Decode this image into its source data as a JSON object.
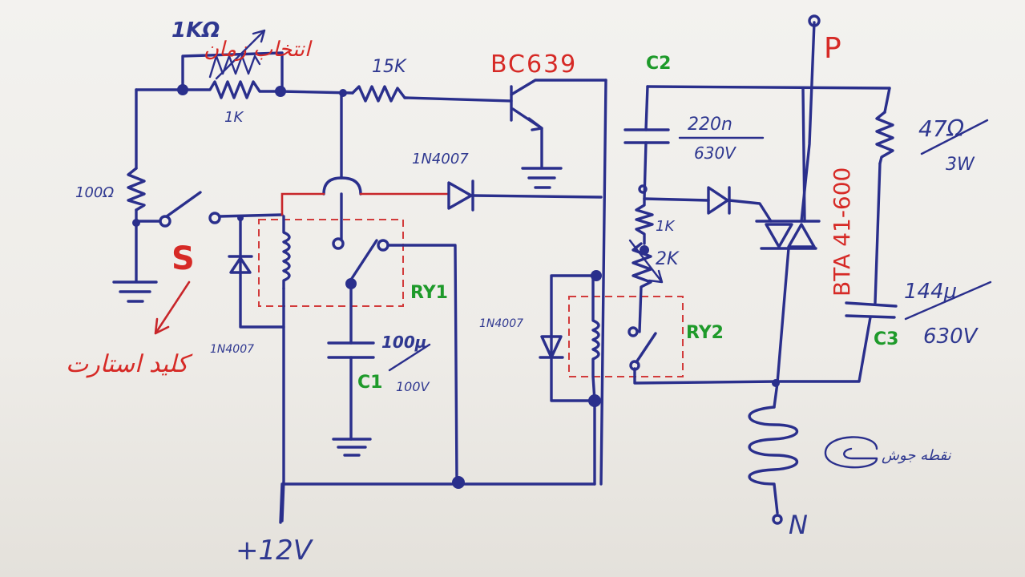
{
  "title_fa": "انتخاب زمان",
  "start_key_fa": "کلید استارت",
  "coil_fa": "نقطه جوش",
  "switch_label": "S",
  "transistor": "BC639",
  "triac": "BTA 41-600",
  "relays": {
    "ry1": "RY1",
    "ry2": "RY2"
  },
  "caps": {
    "c1": "C1",
    "c1_value": "100µ",
    "c1_voltage": "100V",
    "c2": "C2",
    "c2_value": "220n",
    "c2_voltage": "630V",
    "c3": "C3",
    "c3_value": "144µ",
    "c3_voltage": "630V"
  },
  "resistors": {
    "pot_top": "1KΩ",
    "pot_fixed": "1K",
    "r15": "15K",
    "r100": "100Ω",
    "r47": "47Ω",
    "r47_power": "3W",
    "r1k": "1K",
    "r2k": "2K"
  },
  "diodes": {
    "d_top": "1N4007",
    "d_left": "1N4007",
    "d_ry2": "1N4007"
  },
  "terminals": {
    "p": "P",
    "n": "N",
    "supply": "+12V"
  }
}
